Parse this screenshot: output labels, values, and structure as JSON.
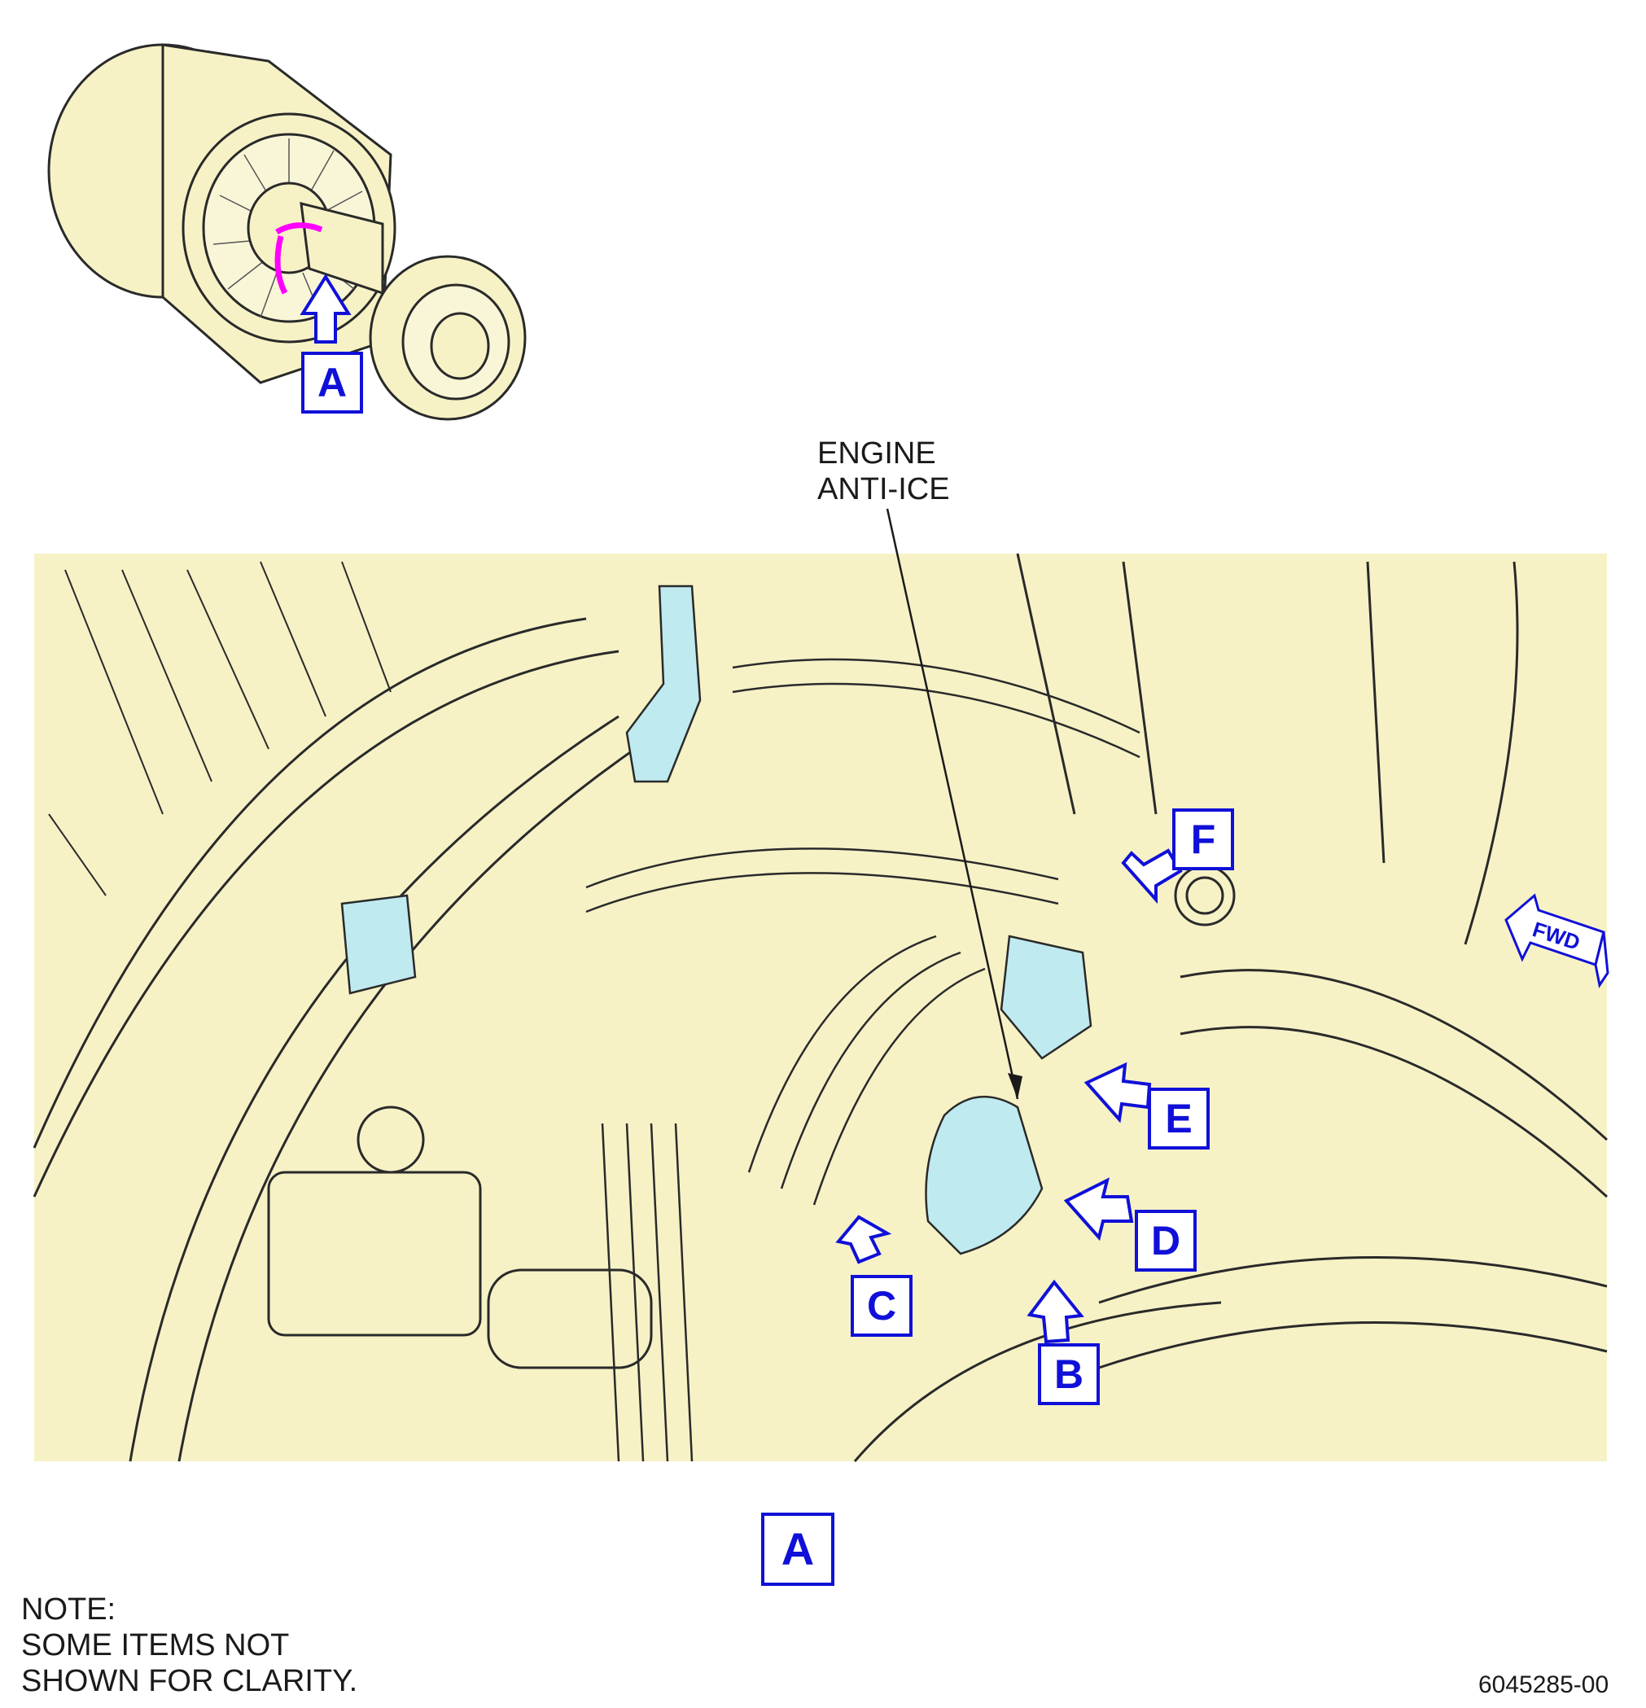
{
  "title_label": "ENGINE\nANTI-ICE",
  "note": {
    "heading": "NOTE:",
    "line1": "SOME ITEMS NOT",
    "line2": "SHOWN FOR CLARITY."
  },
  "figure_number": "6045285-00",
  "direction_label": "FWD",
  "callouts": {
    "locator": "A",
    "view": "A",
    "b": "B",
    "c": "C",
    "d": "D",
    "e": "E",
    "f": "F"
  },
  "colors": {
    "panel_fill": "#f6f2c6",
    "component_fill": "#bfeaf0",
    "callout_blue": "#1010d8",
    "highlight_magenta": "#ff00ff",
    "line": "#2a2a2a"
  }
}
